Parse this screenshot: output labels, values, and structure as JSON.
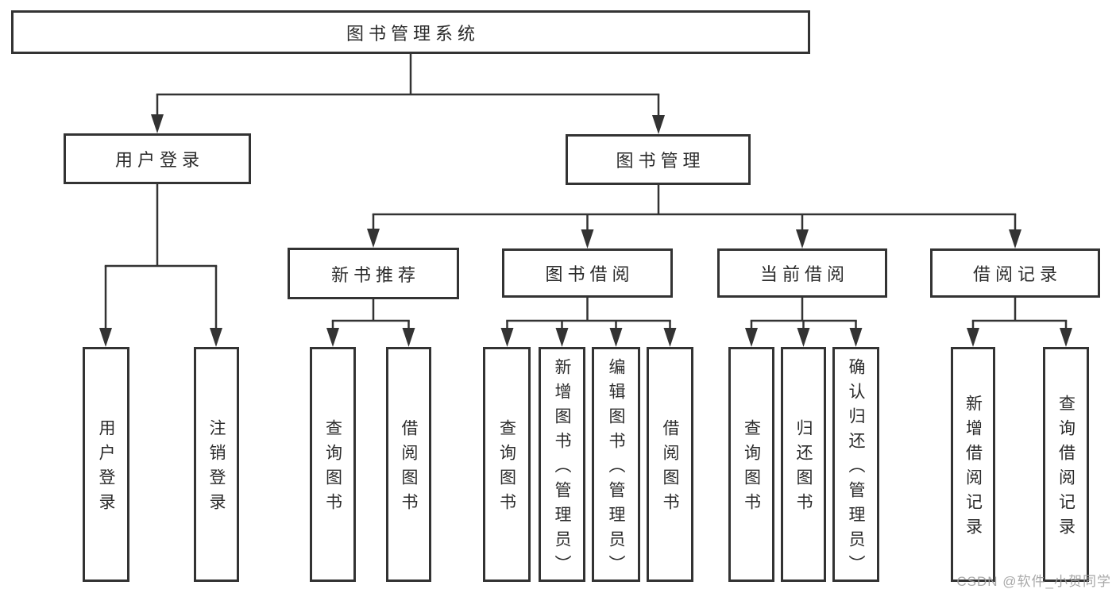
{
  "tree": {
    "root": {
      "label": "图书管理系统",
      "children": [
        {
          "label": "用户登录",
          "children": [
            {
              "label": "用户登录"
            },
            {
              "label": "注销登录"
            }
          ]
        },
        {
          "label": "图书管理",
          "children": [
            {
              "label": "新书推荐",
              "children": [
                {
                  "label": "查询图书"
                },
                {
                  "label": "借阅图书"
                }
              ]
            },
            {
              "label": "图书借阅",
              "children": [
                {
                  "label": "查询图书"
                },
                {
                  "label": "新增图书（管理员）"
                },
                {
                  "label": "编辑图书（管理员）"
                },
                {
                  "label": "借阅图书"
                }
              ]
            },
            {
              "label": "当前借阅",
              "children": [
                {
                  "label": "查询图书"
                },
                {
                  "label": "归还图书"
                },
                {
                  "label": "确认归还（管理员）"
                }
              ]
            },
            {
              "label": "借阅记录",
              "children": [
                {
                  "label": "新增借阅记录"
                },
                {
                  "label": "查询借阅记录"
                }
              ]
            }
          ]
        }
      ]
    }
  },
  "watermark": {
    "text": "CSDN @软件_小贺同学"
  },
  "colors": {
    "line": "#333333",
    "node_border": "#333333",
    "node_background": "#ffffff",
    "text": "#2b2b2b",
    "watermark": "#9e9e9e",
    "background": "#ffffff"
  }
}
